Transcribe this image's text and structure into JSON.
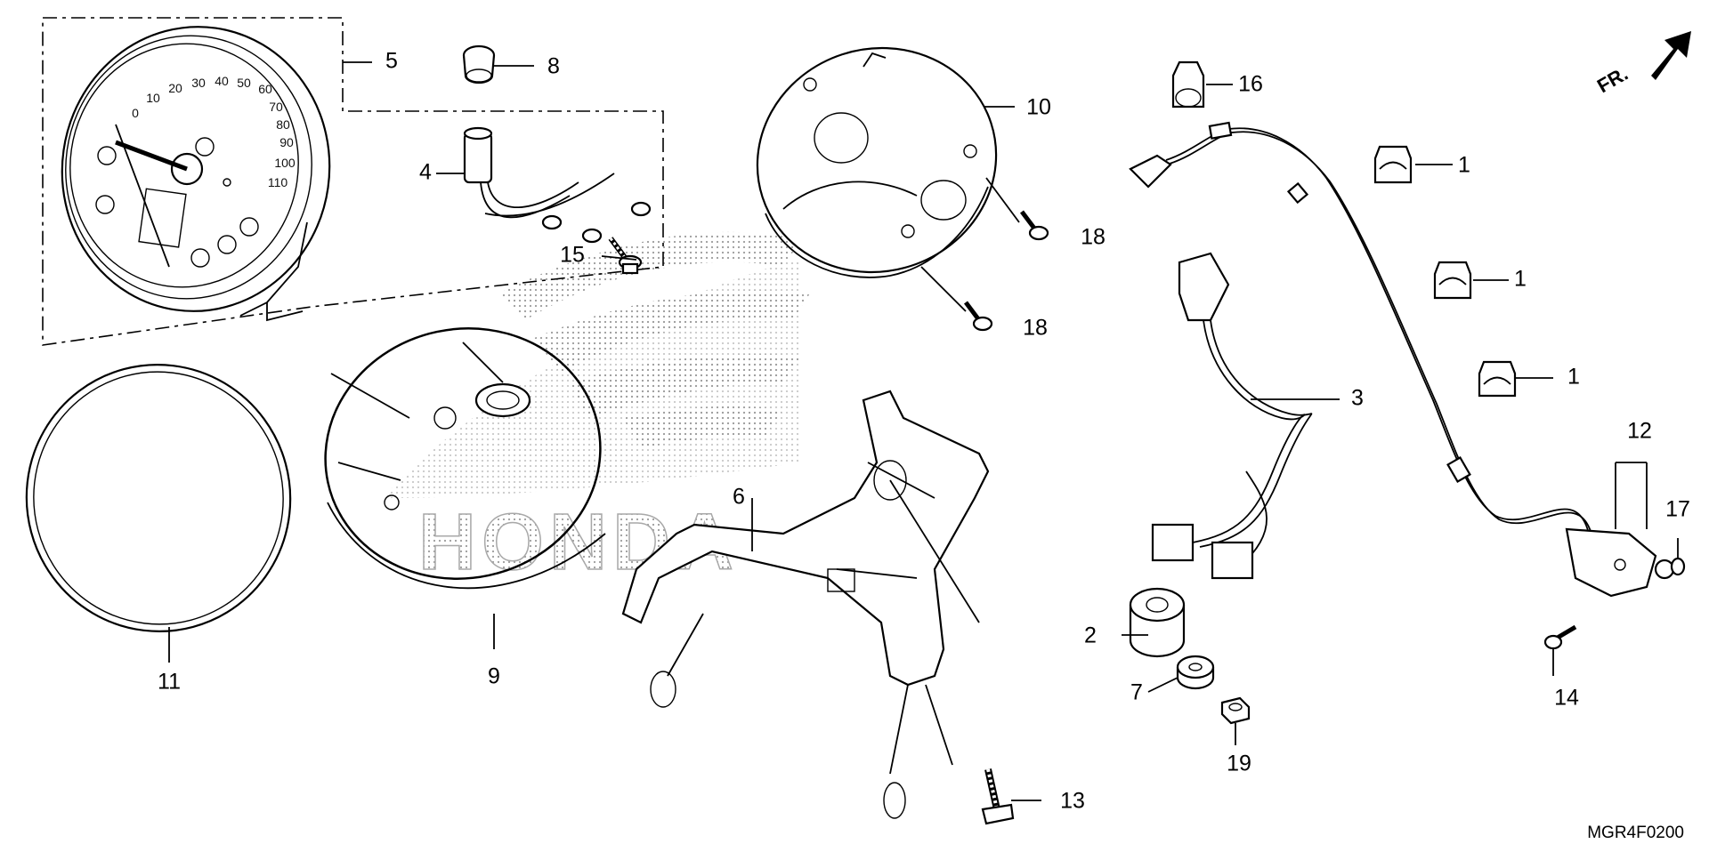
{
  "diagram_code": "MGR4F0200",
  "direction_label": "FR.",
  "watermark_brand": "HONDA",
  "speedometer_dial": [
    "0",
    "10",
    "20",
    "30",
    "40",
    "50",
    "60",
    "70",
    "80",
    "90",
    "100",
    "110"
  ],
  "callouts": {
    "c1a": "1",
    "c1b": "1",
    "c1c": "1",
    "c2": "2",
    "c3": "3",
    "c4": "4",
    "c5": "5",
    "c6": "6",
    "c7": "7",
    "c8": "8",
    "c9": "9",
    "c10": "10",
    "c11": "11",
    "c12": "12",
    "c13": "13",
    "c14": "14",
    "c15": "15",
    "c16": "16",
    "c17": "17",
    "c18a": "18",
    "c18b": "18",
    "c19": "19"
  }
}
